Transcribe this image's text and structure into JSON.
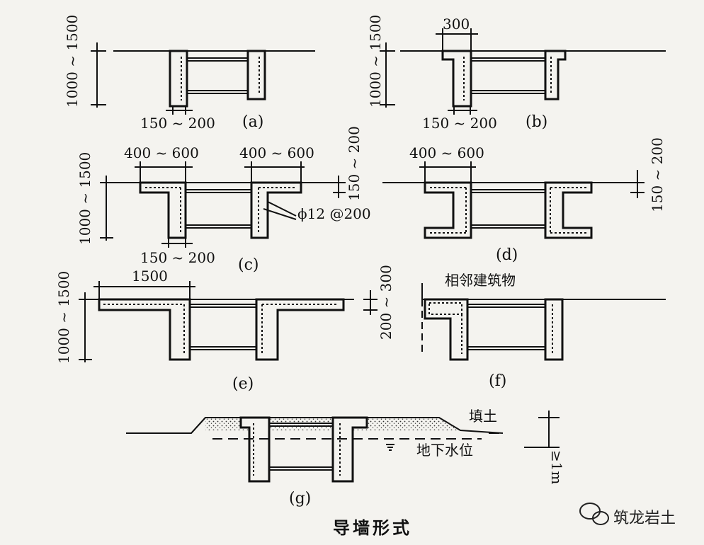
{
  "diagram": {
    "title": "导墙形式",
    "watermark": "筑龙岩土",
    "panels": {
      "a": {
        "caption": "(a)",
        "depth": "1000 ~ 1500",
        "thickness": "150 ~ 200"
      },
      "b": {
        "caption": "(b)",
        "top_width": "300",
        "depth": "1000 ~ 1500",
        "thickness": "150 ~ 200"
      },
      "c": {
        "caption": "(c)",
        "flange_left": "400 ~ 600",
        "flange_right": "400 ~ 600",
        "depth": "1000 ~ 1500",
        "thickness": "150 ~ 200",
        "flange_thickness": "150 ~ 200",
        "rebar": "ϕ12 @200"
      },
      "d": {
        "caption": "(d)",
        "flange": "400 ~ 600",
        "flange_thickness": "150 ~ 200"
      },
      "e": {
        "caption": "(e)",
        "flange": "1500",
        "depth": "1000 ~ 1500",
        "flange_thickness": "200 ~ 300"
      },
      "f": {
        "caption": "(f)",
        "adjacent_label": "相邻建筑物"
      },
      "g": {
        "caption": "(g)",
        "fill_label": "填土",
        "water_label": "地下水位",
        "height_label": "≥1m"
      }
    },
    "colors": {
      "ink": "#111111",
      "paper": "#f4f3ef"
    }
  }
}
